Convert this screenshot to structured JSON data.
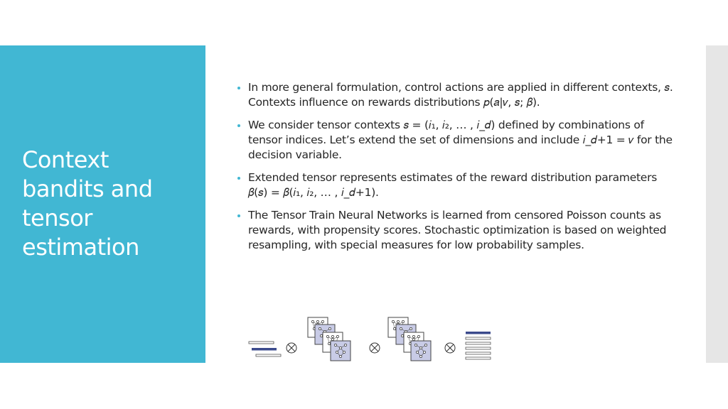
{
  "slide": {
    "title": "Context bandits and tensor estimation",
    "bullets": [
      {
        "prefix": "In more general formulation, control actions are applied in different contexts, ",
        "math1": "𝑠",
        "middle": ". Contexts influence on rewards distributions ",
        "math2": "𝑝(𝑎|𝑣, 𝑠; 𝛽)",
        "suffix": "."
      },
      {
        "prefix": "We consider tensor contexts ",
        "math1": "𝑠 = (𝑖₁, 𝑖₂, … , 𝑖_𝑑)",
        "middle": " defined by combinations of tensor indices. Let’s extend the set of dimensions and include ",
        "math2": "𝑖_𝑑+1 = 𝑣",
        "suffix": "  for the decision variable."
      },
      {
        "prefix": "Extended tensor represents estimates of the reward distribution parameters  ",
        "math1": "𝛽(𝑠) = 𝛽(𝑖₁, 𝑖₂, … , 𝑖_𝑑+1)",
        "middle": ".",
        "math2": "",
        "suffix": ""
      },
      {
        "prefix": "The Tensor Train Neural Networks is learned from censored Poisson counts as rewards, with propensity scores. Stochastic optimization is based on weighted resampling, with special measures for low probability samples.",
        "math1": "",
        "middle": "",
        "math2": "",
        "suffix": ""
      }
    ]
  },
  "colors": {
    "accent": "#41b7d3",
    "title_text": "#ffffff",
    "body_text": "#262626",
    "strip": "#e6e6e6",
    "diagram_navy": "#3b4a8c",
    "diagram_lavender": "#c8cbe6"
  },
  "diagram": {
    "operator_icon": "tensor-product-icon",
    "network_icon": "neural-network-icon"
  }
}
